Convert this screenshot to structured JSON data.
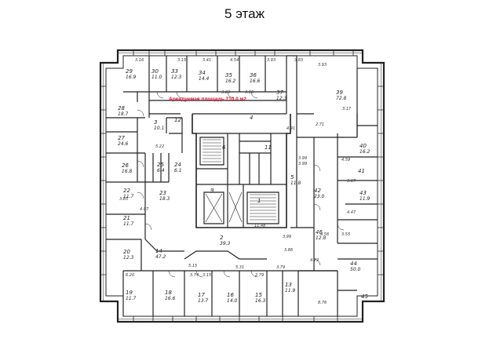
{
  "title": "5 этаж",
  "rental_note": "Арендуемая площадь 710,0 м2",
  "rooms": [
    {
      "num": "29",
      "area": "16.9"
    },
    {
      "num": "30",
      "area": "11.0"
    },
    {
      "num": "33",
      "area": "12.3"
    },
    {
      "num": "34",
      "area": "14.4"
    },
    {
      "num": "35",
      "area": "16.2"
    },
    {
      "num": "36",
      "area": "16.6"
    },
    {
      "num": "37",
      "area": "12.3"
    },
    {
      "num": "39",
      "area": "72.8"
    },
    {
      "num": "28",
      "area": "18.7"
    },
    {
      "num": "3",
      "area": "10.1"
    },
    {
      "num": "12",
      "area": ""
    },
    {
      "num": "4",
      "area": ""
    },
    {
      "num": "27",
      "area": "24.6"
    },
    {
      "num": "26",
      "area": "16.8"
    },
    {
      "num": "25",
      "area": "6.4"
    },
    {
      "num": "24",
      "area": "6.1"
    },
    {
      "num": "6",
      "area": ""
    },
    {
      "num": "11",
      "area": ""
    },
    {
      "num": "5",
      "area": "11.8"
    },
    {
      "num": "40",
      "area": "16.2"
    },
    {
      "num": "41",
      "area": ""
    },
    {
      "num": "22",
      "area": "11.7"
    },
    {
      "num": "23",
      "area": "18.3"
    },
    {
      "num": "9",
      "area": ""
    },
    {
      "num": "1",
      "area": ""
    },
    {
      "num": "42",
      "area": "23.0"
    },
    {
      "num": "21",
      "area": "11.7"
    },
    {
      "num": "43",
      "area": "11.9"
    },
    {
      "num": "46",
      "area": "12.8"
    },
    {
      "num": "2",
      "area": "39.3"
    },
    {
      "num": "20",
      "area": "12.3"
    },
    {
      "num": "14",
      "area": "47.2"
    },
    {
      "num": "44",
      "area": "50.0"
    },
    {
      "num": "19",
      "area": "11.7"
    },
    {
      "num": "18",
      "area": "16.6"
    },
    {
      "num": "17",
      "area": "13.7"
    },
    {
      "num": "16",
      "area": "14.0"
    },
    {
      "num": "15",
      "area": "16.3"
    },
    {
      "num": "13",
      "area": "11.9"
    },
    {
      "num": "45",
      "area": ""
    }
  ],
  "dimensions": [
    "3.16",
    "3.15",
    "3.41",
    "4.54",
    "3.93",
    "3.83",
    "3.93",
    "3.23",
    "3.65",
    "4.91",
    "2.71",
    "3.99",
    "3.99",
    "5.22",
    "3.85",
    "4.07",
    "11.48",
    "3.86",
    "3.79",
    "4.56",
    "3.74",
    "3.15",
    "5.15",
    "2.79",
    "3.55",
    "4.59",
    "3.67",
    "4.47",
    "3.99",
    "4.22",
    "8.76",
    "5.31",
    "6.20",
    "3.17"
  ]
}
